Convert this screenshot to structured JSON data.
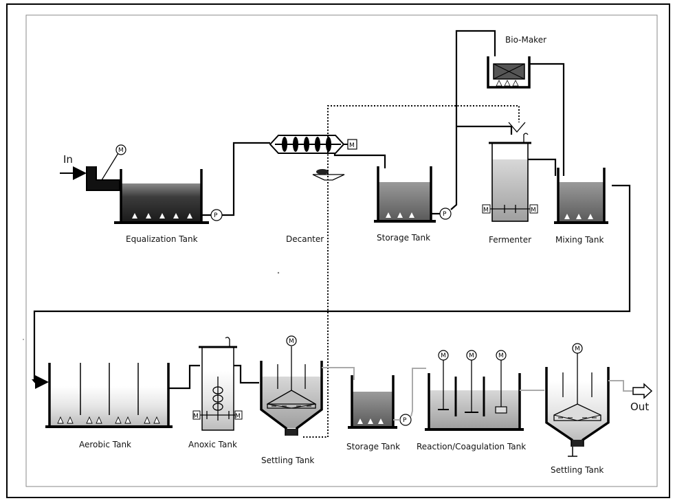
{
  "labels": {
    "inlet": "In",
    "outlet": "Out",
    "bio_maker": "Bio-Maker",
    "equalization_tank": "Equalization Tank",
    "decanter": "Decanter",
    "storage_tank_1": "Storage Tank",
    "fermenter": "Fermenter",
    "mixing_tank": "Mixing Tank",
    "aerobic_tank": "Aerobic Tank",
    "anoxic_tank": "Anoxic Tank",
    "settling_tank_1": "Settling Tank",
    "storage_tank_2": "Storage Tank",
    "reaction_tank": "Reaction/Coagulation Tank",
    "settling_tank_2": "Settling Tank"
  },
  "symbols": {
    "motor": "M",
    "pump": "P"
  }
}
